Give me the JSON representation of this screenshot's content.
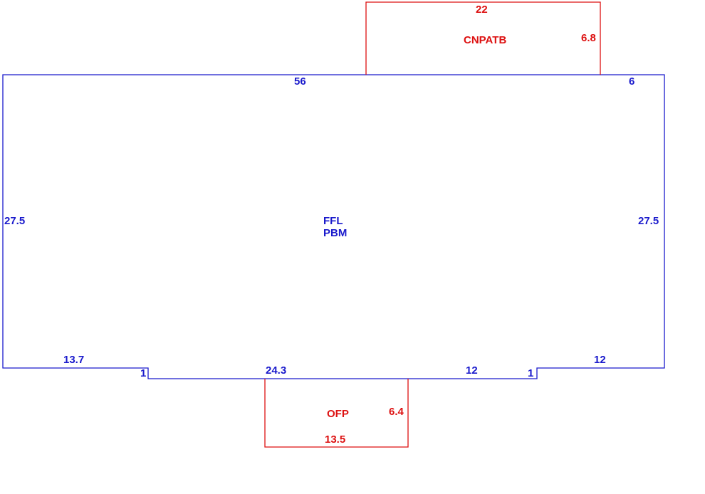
{
  "colors": {
    "main": "#1a1acc",
    "addon": "#dd1111"
  },
  "main_area": {
    "code_line1": "FFL",
    "code_line2": "PBM",
    "dims": {
      "top_left": "56",
      "top_right": "6",
      "left": "27.5",
      "right": "27.5",
      "bottom_left": "13.7",
      "notch_left": "1",
      "bottom_mid_left": "24.3",
      "bottom_mid_right": "12",
      "notch_right": "1",
      "bottom_right": "12"
    }
  },
  "top_addition": {
    "code": "CNPATB",
    "dims": {
      "top": "22",
      "side": "6.8"
    }
  },
  "bottom_addition": {
    "code": "OFP",
    "dims": {
      "side": "6.4",
      "bottom": "13.5"
    }
  }
}
